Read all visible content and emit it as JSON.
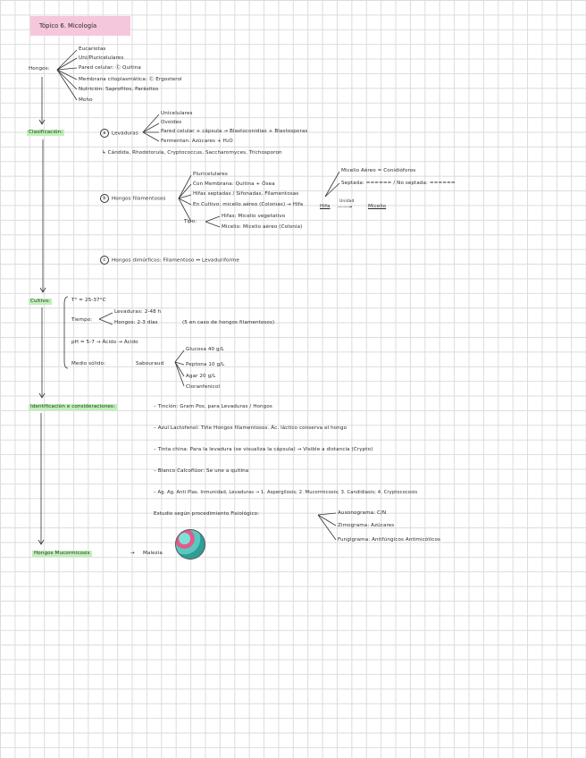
{
  "title": "Tópico 6. Micología",
  "hongos": {
    "label": "Hongos:",
    "items": [
      "Eucariotas",
      "Uni/Pluricelulares",
      "Pared celular: Ⓒ Quitina",
      "Membrana citoplasmática: Ⓒ Ergosterol",
      "Nutrición: Saprofitos, Parásitos",
      "Moho"
    ]
  },
  "clasificacion": {
    "label": "Clasificación:",
    "a": {
      "marker": "a",
      "label": "Levaduras",
      "items": [
        "Unicelulares",
        "Ovoides",
        "Pared celular + cápsula → Blastoconidias + Blastosporas",
        "Fermentan: Azúcares + H₂O"
      ],
      "note": "↳ Cándida, Rhodotorula, Cryptococcus, Saccharomyces, Trichosporon"
    },
    "b": {
      "marker": "b",
      "label": "Hongos filamentosos",
      "items": [
        "Pluricelulares",
        "Con Membrana: Quitina + Ósea",
        "Hifas septadas / Sifonadas, Filamentosas",
        "En Cultivo: micelio aéreo (Colonias) → Hifa",
        "Tipo:"
      ],
      "tipo": [
        "Hifas: Micelio vegetativo",
        "Micelio: Micelio aéreo (Colonia)"
      ],
      "right": [
        "Micelio Aéreo = Conidióforos",
        "Septada: ====== / No septada: ======"
      ],
      "hifa": "Hifa",
      "micelio": "Micelio",
      "arrow_label": "Unidad"
    },
    "c": {
      "marker": "c",
      "label": "Hongos dimórficos: Filamentoso ↔ Levaduriforme"
    }
  },
  "cultivo": {
    "label": "Cultivo:",
    "temp": "T° = 25-37°C",
    "tiempo": "Tiempo:",
    "tiempo_items": [
      "Levaduras: 2-48 h",
      "Hongos: 2-3 días"
    ],
    "tiempo_note": "(5 en caso de hongos filamentosos)",
    "ph": "pH = 5-7 → Ácido → Ácido",
    "medio_label": "Medio sólido:",
    "medio_name": "Sabouraud",
    "medio_items": [
      "Glucosa 40 g/L",
      "Peptona 10 g/L",
      "Agar 20 g/L",
      "Cloranfenicol"
    ]
  },
  "identificacion": {
    "label": "Identificación e consideraciones:",
    "items": [
      "– Tinción: Gram Pos. para Levaduras / Hongos",
      "– Azul Lactofenol: Tiñe Hongos filamentosos. Ác. láctico conserva el hongo",
      "– Tinta china: Para la levadura (se visualiza la cápsula) → Visible a distancia (Crypto)",
      "– Blanco Calcoflúor: Se une a quitina",
      "– Ag. Ag. Anti Plas. Inmunidad, Levaduras → 1. Aspergilosis; 2. Mucormicosis; 3. Candidiasis; 4. Cryptococosis"
    ],
    "estudio_label": "Estudio según procedimiento Fisiológico:",
    "estudio_items": [
      "Auxonograma: C/N",
      "Zimograma: Azúcares",
      "Fungigrama: Antifúngicos Antimicóticos"
    ]
  },
  "final": {
    "label": "Hongos Mucormicosis",
    "arrow": "→",
    "result": "Malezia"
  }
}
